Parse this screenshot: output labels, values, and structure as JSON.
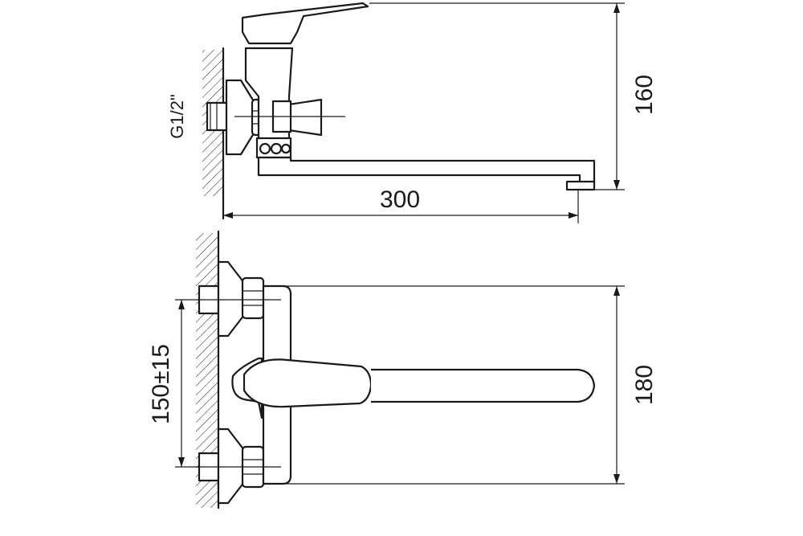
{
  "dimensions": {
    "height_side": "160",
    "spout_length": "300",
    "thread": "G1/2\"",
    "centers": "150±15",
    "height_front": "180"
  },
  "colors": {
    "line": "#1a1a1a",
    "background": "#ffffff"
  }
}
